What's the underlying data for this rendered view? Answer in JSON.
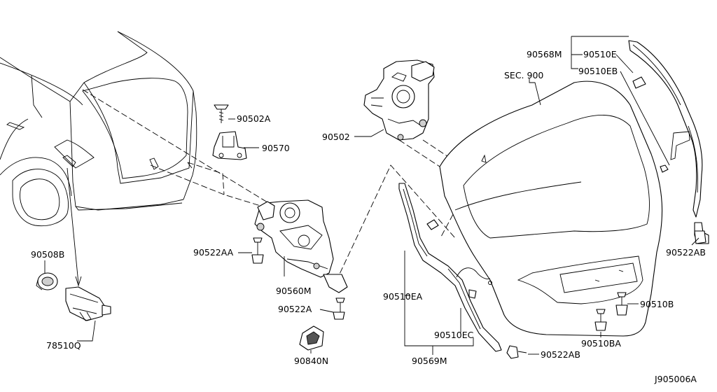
{
  "colors": {
    "line": "#000000",
    "background": "#ffffff",
    "shade": "#cfcfcf"
  },
  "diagram_id": "J905006A",
  "section_ref": "SEC. 900",
  "labels": {
    "p90568M": "90568M",
    "p90510E": "90510E",
    "p90510EB": "90510EB",
    "p90502A": "90502A",
    "p90570": "90570",
    "p90502": "90502",
    "p90508B": "90508B",
    "p90522AA": "90522AA",
    "p90560M": "90560M",
    "p90522A": "90522A",
    "p90840N": "90840N",
    "p78510Q": "78510Q",
    "p90510EA": "90510EA",
    "p90510EC": "90510EC",
    "p90569M": "90569M",
    "p90522AB_lower": "90522AB",
    "p90522AB_right": "90522AB",
    "p90510B": "90510B",
    "p90510BA": "90510BA"
  }
}
